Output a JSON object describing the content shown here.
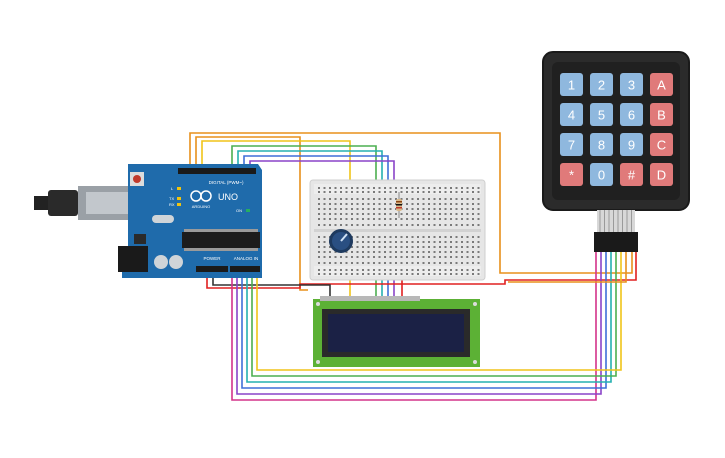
{
  "arduino": {
    "brand": "ARDUINO",
    "model": "UNO",
    "digital_label": "DIGITAL (PWM~)",
    "power_label": "POWER",
    "analog_label": "ANALOG IN",
    "led_tx": "TX",
    "led_rx": "RX",
    "led_l": "L",
    "led_on": "ON"
  },
  "keypad": {
    "keys": [
      [
        "1",
        "2",
        "3",
        "A"
      ],
      [
        "4",
        "5",
        "6",
        "B"
      ],
      [
        "7",
        "8",
        "9",
        "C"
      ],
      [
        "*",
        "0",
        "#",
        "D"
      ]
    ]
  },
  "colors": {
    "board": "#1f6bab",
    "breadboard": "#e6e6e6",
    "lcd_pcb": "#5cb135",
    "lcd_screen": "#1b2145",
    "keypad_body": "#2b2b2b",
    "key_blue": "#8fb8de",
    "key_red": "#e07a7a",
    "wire_orange": "#e8901c",
    "wire_yellow": "#f0c419",
    "wire_green": "#4caf50",
    "wire_teal": "#25b0b0",
    "wire_blue": "#3f6fd8",
    "wire_purple": "#8a44c8",
    "wire_magenta": "#d4338a",
    "wire_red": "#e02020"
  }
}
